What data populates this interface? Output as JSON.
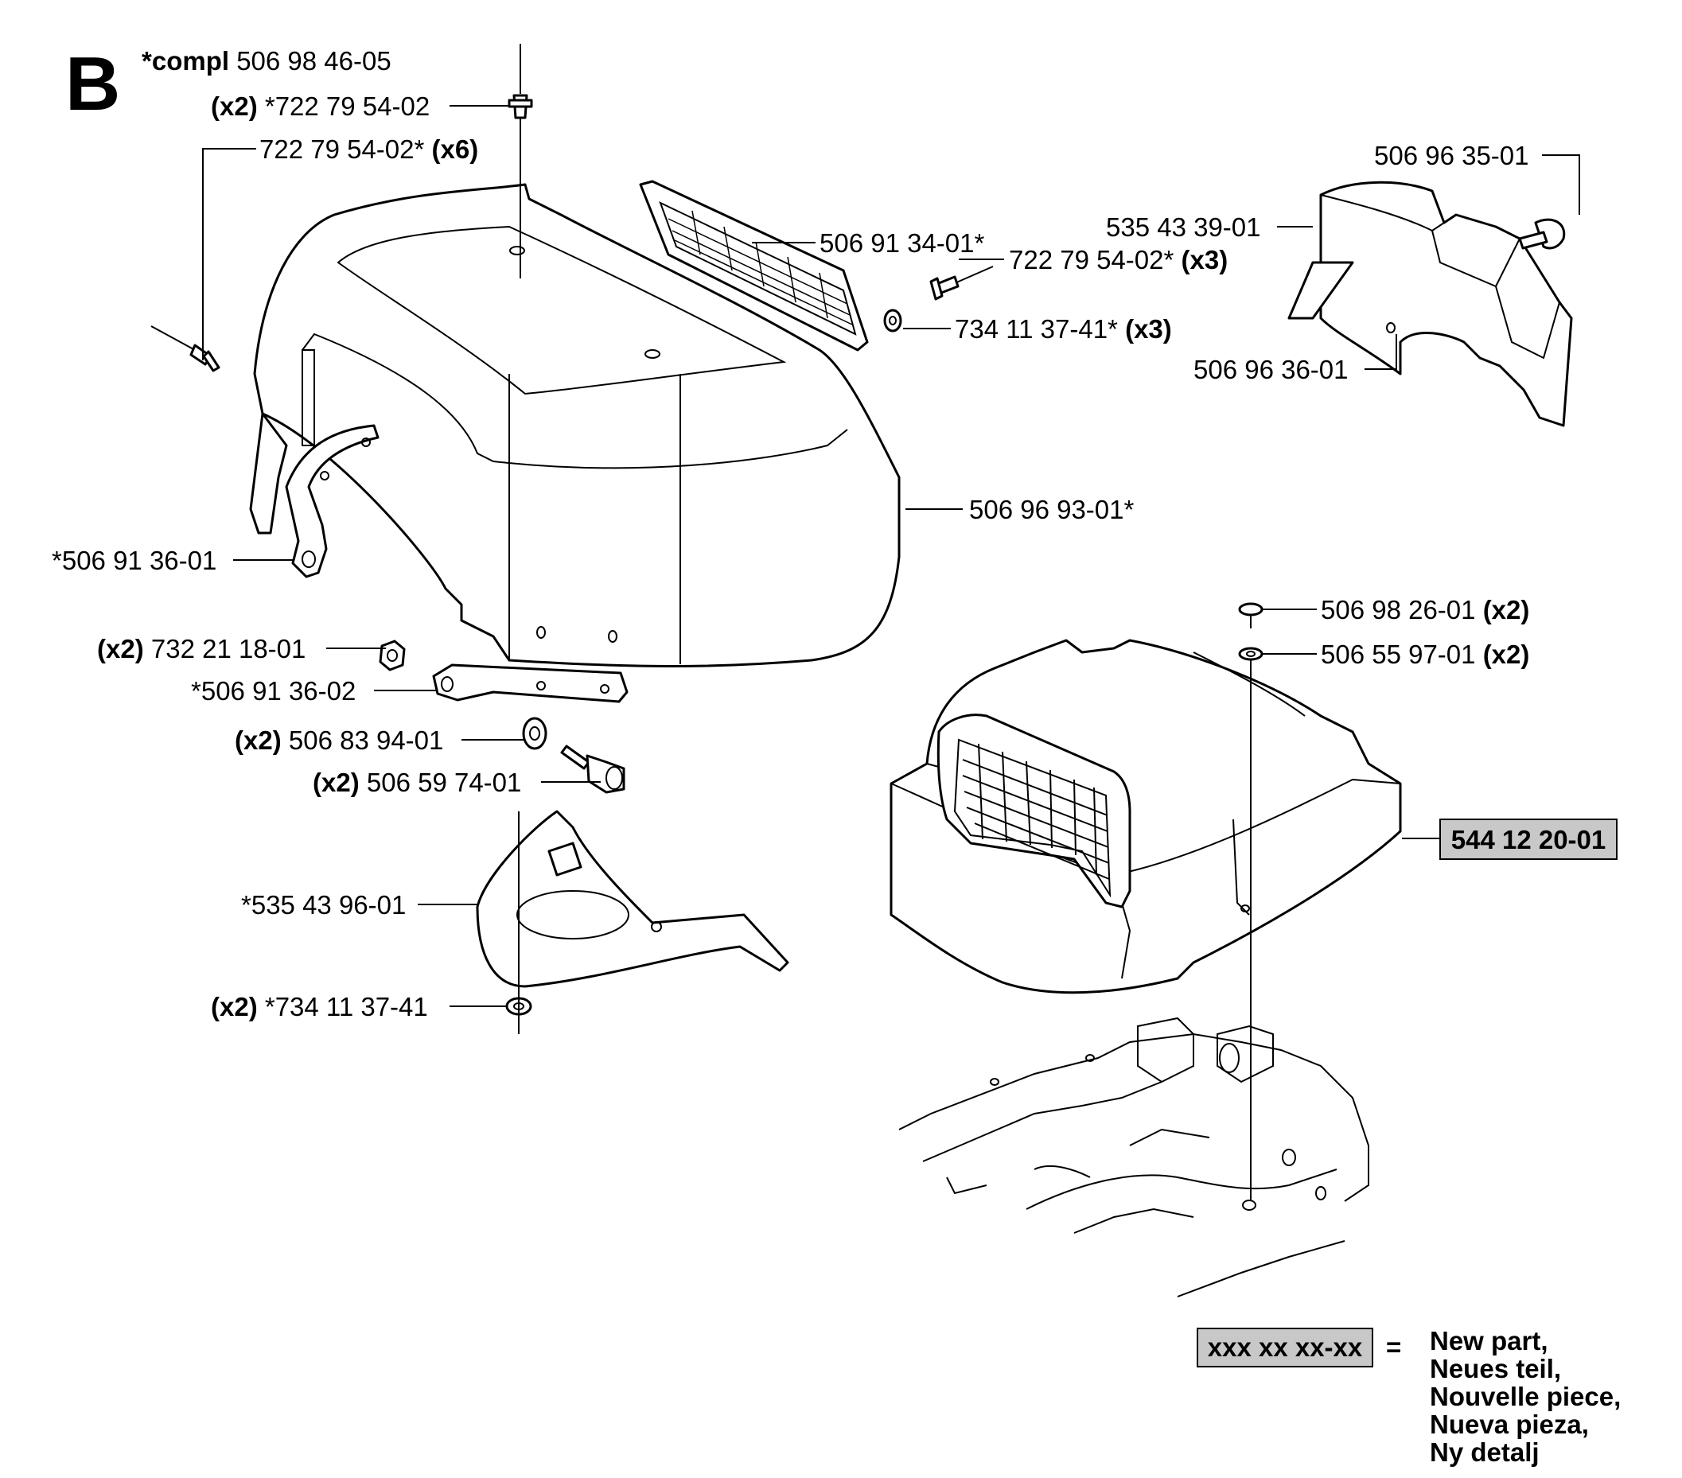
{
  "section_letter": "B",
  "labels": {
    "compl_prefix": "*compl",
    "compl_num": "506 98 46-05",
    "rivet_top_qty": "(x2)",
    "rivet_top_num": "*722 79 54-02",
    "rivet_left_num": "722 79 54-02*",
    "rivet_left_qty": "(x6)",
    "grille": "506 91 34-01*",
    "rivet_grille_num": "722 79 54-02*",
    "rivet_grille_qty": "(x3)",
    "washer_grille_num": "734 11 37-41*",
    "washer_grille_qty": "(x3)",
    "hood": "506 96 93-01*",
    "bracket_left": "*506 91 36-01",
    "nut_qty": "(x2)",
    "nut_num": "732 21 18-01",
    "bracket_right": "*506 91 36-02",
    "washer_qty": "(x2)",
    "washer_num": "506 83 94-01",
    "bolt_qty": "(x2)",
    "bolt_num": "506 59 74-01",
    "support": "*535 43 96-01",
    "washer_bottom_qty": "(x2)",
    "washer_bottom_num": "*734 11 37-41",
    "guard_top": "506 96 35-01",
    "guard_side": "535 43 39-01",
    "guard_screw": "506 96 36-01",
    "screw_qty": "(x2)",
    "screw_num": "506 98 26-01",
    "washer2_qty": "(x2)",
    "washer2_num": "506 55 97-01",
    "new_assembly": "544 12 20-01"
  },
  "legend": {
    "placeholder": "xxx xx xx-xx",
    "equals": "=",
    "lines": [
      "New part,",
      "Neues teil,",
      "Nouvelle piece,",
      "Nueva pieza,",
      "Ny detalj"
    ]
  },
  "colors": {
    "line": "#000000",
    "new_part_highlight": "#c8c8c8"
  }
}
